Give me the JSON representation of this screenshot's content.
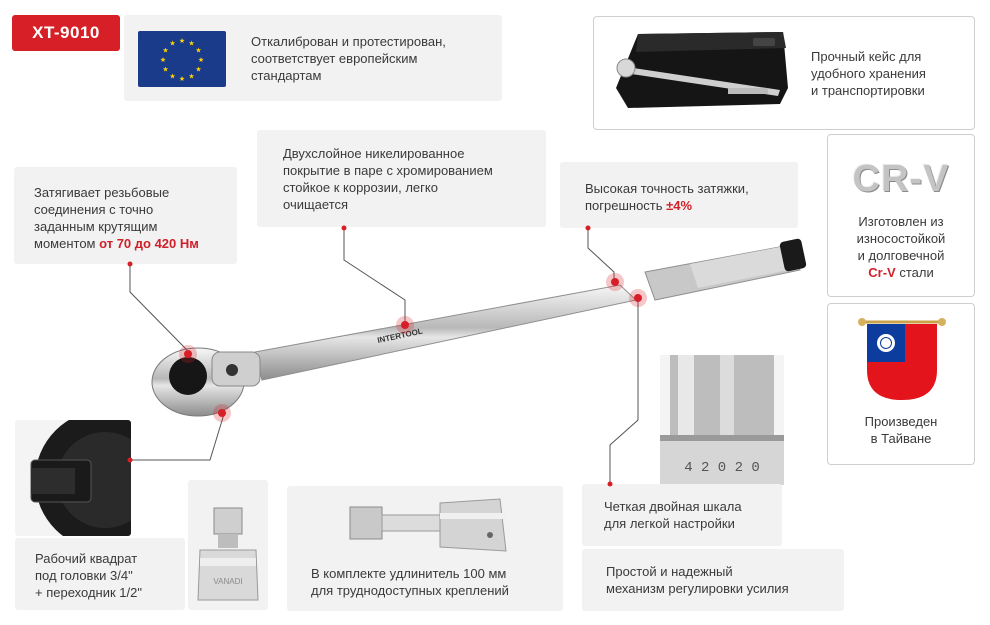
{
  "product_code": "XT-9010",
  "features": {
    "eu": {
      "text": "Откалиброван и протестирован,\nсоответствует европейским\nстандартам"
    },
    "case": {
      "text": "Прочный кейс для\nудобного хранения\nи транспортировки"
    },
    "coating": {
      "text": "Двухслойное никелированное\nпокрытие в паре с хромированием\nстойкое к коррозии, легко\nочищается"
    },
    "accuracy": {
      "text_before": "Высокая точность затяжки,\nпогрешность ",
      "highlight": "±4%"
    },
    "torque": {
      "text_before": "Затягивает резьбовые\nсоединения с точно\nзаданным крутящим\nмоментом ",
      "highlight": "от 70 до 420 Нм"
    },
    "material": {
      "logo": "CR-V",
      "text_before": "Изготовлен из\nизносостойкой\nи долговечной\n",
      "highlight": "Cr-V",
      "text_after": " стали"
    },
    "origin": {
      "text": "Произведен\nв Тайване"
    },
    "drive": {
      "text": "Рабочий квадрат\nпод головки 3/4\"\n+ переходник 1/2\""
    },
    "extension": {
      "text": "В комплекте удлинитель 100 мм\nдля труднодоступных креплений"
    },
    "scale": {
      "text": "Четкая двойная шкала\nдля легкой настройки"
    },
    "mechanism": {
      "text": "Простой и надежный\nмеханизм регулировки усилия"
    }
  },
  "wrench_brand": "INTERTOOL",
  "scale_numbers": "4 2 0 2 0",
  "adapter_label": "VANADI",
  "colors": {
    "accent": "#d61f26",
    "card": "#f2f2f2",
    "text": "#3a3a3a",
    "eu_blue": "#1a3a8a",
    "eu_star": "#ffd700"
  }
}
